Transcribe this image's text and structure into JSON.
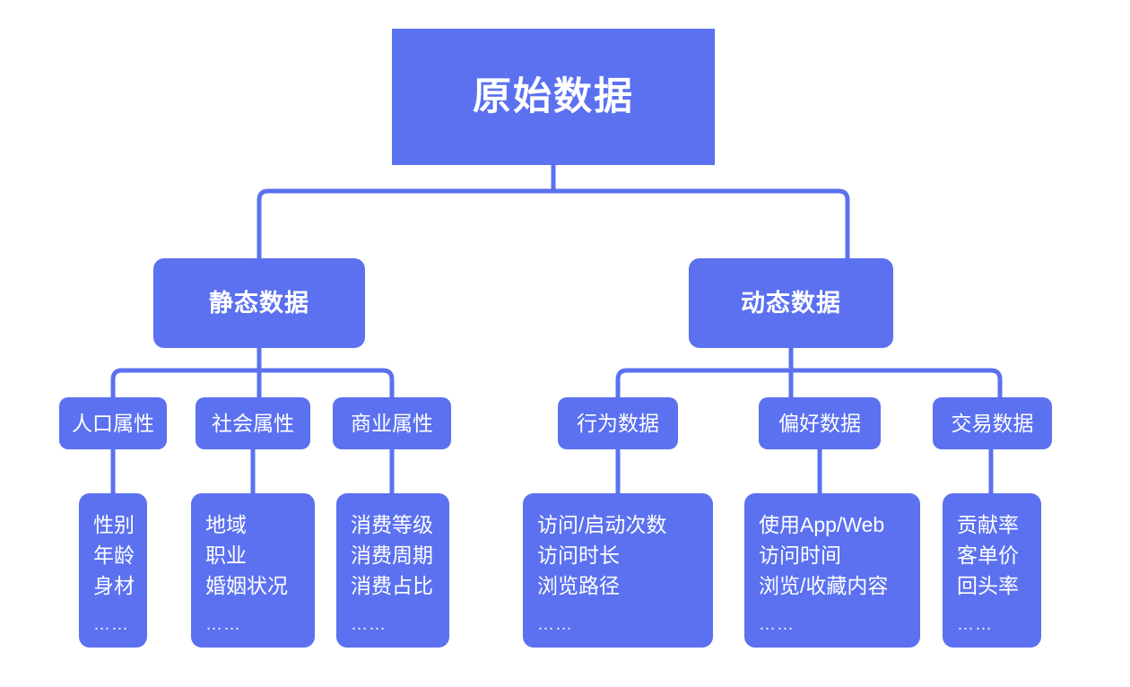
{
  "diagram": {
    "title": "原始数据",
    "accent_color": "#5b71f0",
    "background_color": "#ffffff",
    "text_color": "#ffffff",
    "connector_color": "#5b71f0"
  },
  "root": {
    "label": "原始数据"
  },
  "branches": [
    {
      "label": "静态数据",
      "children": [
        {
          "label": "人口属性",
          "leaf": {
            "lines": [
              "性别",
              "年龄",
              "身材"
            ],
            "dots": "……"
          }
        },
        {
          "label": "社会属性",
          "leaf": {
            "lines": [
              "地域",
              "职业",
              "婚姻状况"
            ],
            "dots": "……"
          }
        },
        {
          "label": "商业属性",
          "leaf": {
            "lines": [
              "消费等级",
              "消费周期",
              "消费占比"
            ],
            "dots": "……"
          }
        }
      ]
    },
    {
      "label": "动态数据",
      "children": [
        {
          "label": "行为数据",
          "leaf": {
            "lines": [
              "访问/启动次数",
              "访问时长",
              "浏览路径"
            ],
            "dots": "……"
          }
        },
        {
          "label": "偏好数据",
          "leaf": {
            "lines": [
              "使用App/Web",
              "访问时间",
              "浏览/收藏内容"
            ],
            "dots": "……"
          }
        },
        {
          "label": "交易数据",
          "leaf": {
            "lines": [
              "贡献率",
              "客单价",
              "回头率"
            ],
            "dots": "……"
          }
        }
      ]
    }
  ]
}
